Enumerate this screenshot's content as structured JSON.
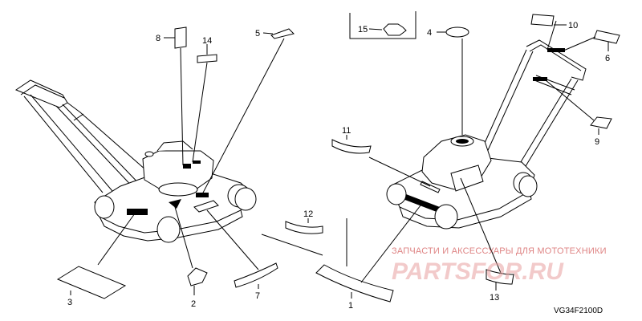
{
  "callouts": [
    {
      "id": "1",
      "text": "1"
    },
    {
      "id": "2",
      "text": "2"
    },
    {
      "id": "3",
      "text": "3"
    },
    {
      "id": "4",
      "text": "4"
    },
    {
      "id": "5",
      "text": "5"
    },
    {
      "id": "6",
      "text": "6"
    },
    {
      "id": "7",
      "text": "7"
    },
    {
      "id": "8",
      "text": "8"
    },
    {
      "id": "9",
      "text": "9"
    },
    {
      "id": "10",
      "text": "10"
    },
    {
      "id": "11",
      "text": "11"
    },
    {
      "id": "12",
      "text": "12"
    },
    {
      "id": "13",
      "text": "13"
    },
    {
      "id": "14",
      "text": "14"
    },
    {
      "id": "15",
      "text": "15"
    }
  ],
  "watermark": {
    "subtitle": "ЗАПЧАСТИ И АКСЕССУАРЫ ДЛЯ МОТОТЕХНИКИ",
    "brand": "PARTSFOR.RU"
  },
  "diagram_code": "VG34F2100D",
  "colors": {
    "line": "#000000",
    "watermark": "#d45a5a",
    "background": "#ffffff"
  }
}
